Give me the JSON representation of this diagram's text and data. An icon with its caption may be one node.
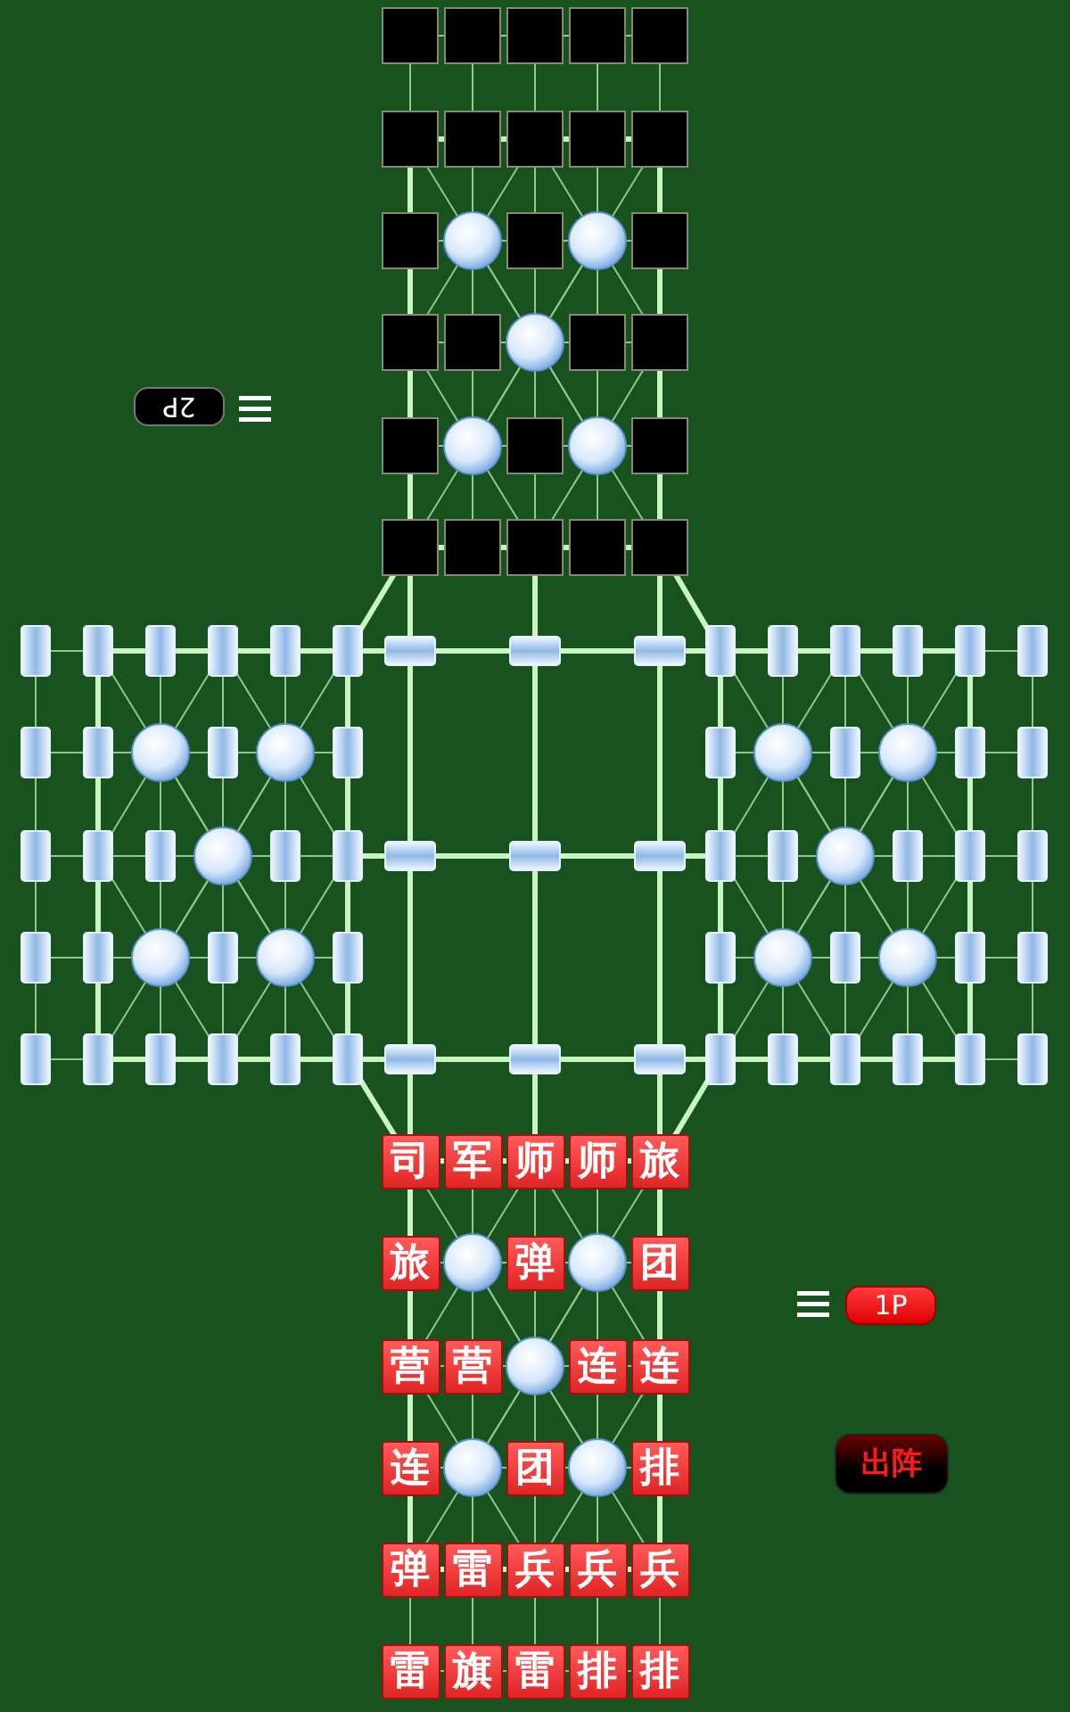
{
  "diagram": {
    "nodes": [
      {
        "text": [],
        "shape": "box"
      },
      {
        "text": [],
        "shape": "box"
      },
      {
        "text": [],
        "shape": "box"
      },
      {
        "text": [],
        "shape": "box"
      },
      {
        "text": [],
        "shape": "box"
      },
      {
        "text": [],
        "shape": "box"
      },
      {
        "text": [],
        "shape": "box"
      },
      {
        "text": [],
        "shape": "box"
      },
      {
        "text": [],
        "shape": "box"
      },
      {
        "text": [],
        "shape": "box"
      },
      {
        "text": [],
        "shape": "box"
      },
      {
        "text": [],
        "shape": "box"
      },
      {
        "text": [],
        "shape": "box"
      },
      {
        "text": [],
        "shape": "box"
      },
      {
        "text": [],
        "shape": "box"
      },
      {
        "text": [],
        "shape": "box"
      },
      {
        "text": [],
        "shape": "box"
      },
      {
        "text": [],
        "shape": "box"
      },
      {
        "text": [],
        "shape": "box"
      },
      {
        "text": [],
        "shape": "box"
      },
      {
        "text": [],
        "shape": "box"
      },
      {
        "text": [],
        "shape": "box"
      },
      {
        "text": [],
        "shape": "box"
      },
      {
        "text": [],
        "shape": "box"
      },
      {
        "text": [],
        "shape": "box"
      },
      {
        "text": [
          "2P"
        ]
      },
      {
        "text": [
          "司"
        ]
      },
      {
        "text": [
          "军"
        ]
      },
      {
        "text": [
          "师"
        ]
      },
      {
        "text": [
          "师"
        ]
      },
      {
        "text": [
          "旅"
        ]
      },
      {
        "text": [
          "旅"
        ]
      },
      {
        "text": [
          "弹"
        ]
      },
      {
        "text": [
          "团"
        ]
      },
      {
        "text": [
          "营"
        ]
      },
      {
        "text": [
          "营"
        ]
      },
      {
        "text": [
          "连"
        ]
      },
      {
        "text": [
          "连"
        ]
      },
      {
        "text": [
          "连"
        ]
      },
      {
        "text": [
          "团"
        ]
      },
      {
        "text": [
          "排"
        ]
      },
      {
        "text": [
          "弹"
        ]
      },
      {
        "text": [
          "雷"
        ]
      },
      {
        "text": [
          "兵"
        ]
      },
      {
        "text": [
          "兵"
        ]
      },
      {
        "text": [
          "兵"
        ]
      },
      {
        "text": [
          "雷"
        ]
      },
      {
        "text": [
          "旗"
        ]
      },
      {
        "text": [
          "雷"
        ]
      },
      {
        "text": [
          "排"
        ]
      },
      {
        "text": [
          "排"
        ]
      },
      {
        "text": [
          "1P"
        ]
      },
      {
        "text": [
          "出阵"
        ]
      }
    ]
  }
}
